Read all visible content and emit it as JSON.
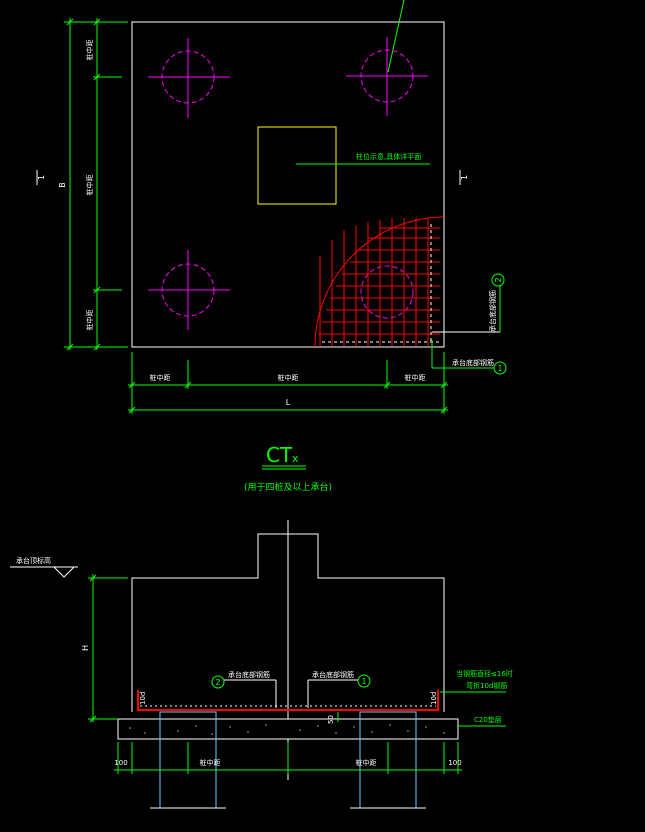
{
  "colors": {
    "background": "#000000",
    "outline": "#ffffff",
    "dimension": "#00ff00",
    "pile": "#ff00ff",
    "column": "#ffff00",
    "rebar": "#ff0000",
    "section_text": "#ffffff"
  },
  "plan": {
    "dim_left_top": "桩中距",
    "dim_left_mid": "桩中距",
    "dim_left_bottom": "桩中距",
    "dim_left_total": "B",
    "dim_bottom_left": "桩中距",
    "dim_bottom_mid": "桩中距",
    "dim_bottom_right": "桩中距",
    "dim_bottom_total": "L",
    "column_note": "柱位示意,具体详平面",
    "section_mark_left": "1",
    "section_mark_right": "1",
    "rebar_label_1": "承台底部钢筋",
    "rebar_label_2": "承台底部钢筋",
    "callout_1": "1",
    "callout_2": "2"
  },
  "title": {
    "main": "CT",
    "sub": "x",
    "note": "(用于四桩及以上承台)"
  },
  "section": {
    "top_elev_label": "承台顶标高",
    "height_label": "H",
    "rebar_label_2": "承台底部钢筋",
    "rebar_label_1": "承台底部钢筋",
    "callout_1": "1",
    "callout_2": "2",
    "cover_left": "10d",
    "cover_right": "10d",
    "right_note_1": "当钢筋直径≤16时",
    "right_note_2": "弯折10d钢筋",
    "bedding_label": "C20垫层",
    "cover_bottom": "50",
    "dim_100_left": "100",
    "dim_100_right": "100",
    "dim_pile_left": "桩中距",
    "dim_pile_right": "桩中距"
  }
}
